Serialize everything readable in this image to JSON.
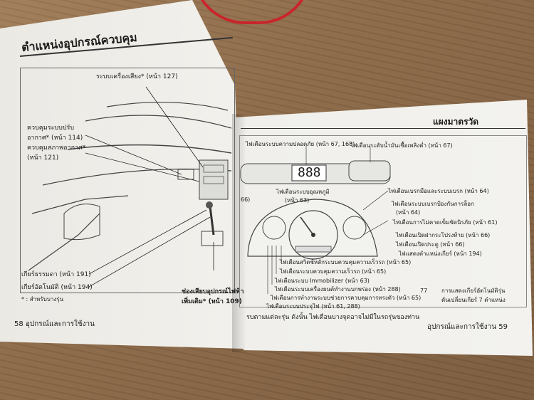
{
  "left_page": {
    "title": "ตำแหน่งอุปกรณ์ควบคุม",
    "labels": {
      "audio_system": "ระบบเครื่องเสียง* (หน้า 127)",
      "climate_line1": "ควบคุมระบบปรับ",
      "climate_line2": "อากาศ* (หน้า 114)",
      "climate_line3": "ควบคุมสภาพอากาศ*",
      "climate_line4": "(หน้า 121)",
      "manual_gear": "เกียร์ธรรมดา (หน้า 191)",
      "auto_gear": "เกียร์อัตโนมัติ (หน้า 194)",
      "accessory_socket_line1": "ช่องเสียบอุปกรณ์ไฟฟ้า",
      "accessory_socket_line2": "เพิ่มเติม* (หน้า 109)",
      "footnote": "* : สำหรับบางรุ่น"
    },
    "footer": "58 อุปกรณ์และการใช้งาน"
  },
  "right_page": {
    "title": "แผงมาตรวัด",
    "labels": {
      "safety_light": "ไฟเตือนระบบความปลอดภัย (หน้า 67, 168)",
      "fuel_light": "ไฟเตือนระดับน้ำมันเชื้อเพลิงต่ำ (หน้า 67)",
      "left_66": "66)",
      "temp_light": "ไฟเตือนระบบอุณหภูมิ",
      "temp_light_page": "(หน้า 63)",
      "parking_brake": "ไฟเตือนเบรกมือและระบบเบรก (หน้า 64)",
      "abs_line1": "ไฟเตือนระบบเบรกป้องกันการล็อก",
      "abs_line2": "(หน้า 64)",
      "seatbelt": "ไฟเตือนการไม่คาดเข็มขัดนิรภัย (หน้า 61)",
      "trunk": "ไฟเตือนเปิดฝากระโปรงท้าย (หน้า 66)",
      "door": "ไฟเตือนเปิดประตู (หน้า 66)",
      "gear_position": "ไฟแสดงตำแหน่งเกียร์ (หน้า 194)",
      "cruise_main": "ไฟเตือนสวิตช์หลักระบบควบคุมความเร็วรถ (หน้า 65)",
      "cruise_control": "ไฟเตือนระบบควบคุมความเร็วรถ (หน้า 65)",
      "immobilizer": "ไฟเตือนระบบ Immobilizer (หน้า 63)",
      "engine_malfunction": "ไฟเตือนระบบเครื่องยนต์ทำงานบกพร่อง (หน้า 288)",
      "eps": "ไฟเตือนการทำงานระบบช่วยการควบคุมการทรงตัว (หน้า 65)",
      "charging": "ไฟเตือนระบบประจุไฟ (หน้า 61, 288)",
      "gear_display_line1": "การแสดงเกียร์อัตโนมัติรุ่น",
      "gear_display_line2": "ดันเปลี่ยนเกียร์ 7 ตำแหน่ง",
      "page_ref_77": "77",
      "bottom_note": "รบตามแต่ละรุ่น ดังนั้น ไฟเตือนบางจุดอาจไม่มีในรถรุ่นของท่าน",
      "digital_display": "888"
    },
    "footer": "อุปกรณ์และการใช้งาน 59"
  },
  "colors": {
    "cable": "#c8262b",
    "paper": "#f3f2ee",
    "ink": "#1c1c1c",
    "desk": "#8b6947"
  }
}
